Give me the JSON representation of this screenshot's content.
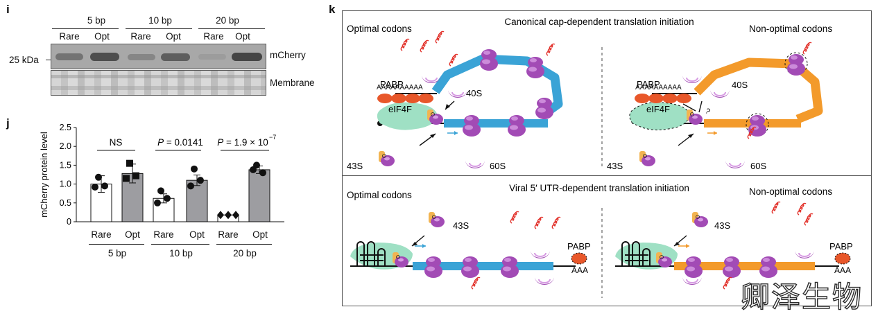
{
  "panel_i": {
    "label": "i",
    "groups": [
      "5 bp",
      "10 bp",
      "20 bp"
    ],
    "lanes": [
      "Rare",
      "Opt",
      "Rare",
      "Opt",
      "Rare",
      "Opt"
    ],
    "kda_label": "25 kDa",
    "row_labels": [
      "mCherry",
      "Membrane"
    ],
    "mcherry_band_intensity": [
      0.55,
      0.8,
      0.4,
      0.7,
      0.15,
      0.85
    ]
  },
  "panel_j": {
    "label": "j",
    "stats": [
      "NS",
      "P = 0.0141",
      "P = 1.9 × 10"
    ],
    "stats_p_italic": [
      "",
      "P",
      "P"
    ],
    "stats_rest": [
      "NS",
      " = 0.0141",
      " = 1.9 × 10"
    ],
    "exponent": "−7",
    "x_groups": [
      "5 bp",
      "10 bp",
      "20 bp"
    ],
    "x_lanes": [
      "Rare",
      "Opt",
      "Rare",
      "Opt",
      "Rare",
      "Opt"
    ]
  },
  "chart_data": {
    "type": "bar",
    "ylabel": "mCherry protein level",
    "ylim": [
      0,
      2.5
    ],
    "yticks": [
      "0",
      "0.5",
      "1.0",
      "1.5",
      "2.0",
      "2.5"
    ],
    "categories": [
      "Rare 5 bp",
      "Opt 5 bp",
      "Rare 10 bp",
      "Opt 10 bp",
      "Rare 20 bp",
      "Opt 20 bp"
    ],
    "values": [
      1.0,
      1.28,
      0.62,
      1.1,
      0.18,
      1.38
    ],
    "errors": [
      0.22,
      0.25,
      0.12,
      0.14,
      0.02,
      0.1
    ],
    "points": [
      [
        1.18,
        0.92,
        0.95
      ],
      [
        1.55,
        1.15,
        1.22
      ],
      [
        0.82,
        0.5,
        0.62
      ],
      [
        1.4,
        0.95,
        1.1
      ],
      [
        0.18,
        0.18,
        0.18
      ],
      [
        1.5,
        1.38,
        1.3
      ]
    ],
    "bar_colors": [
      "#ffffff",
      "#9d9da1",
      "#ffffff",
      "#9d9da1",
      "#ffffff",
      "#9d9da1"
    ],
    "marker_shapes": [
      "circle",
      "square",
      "circle",
      "circle",
      "diamond",
      "circle"
    ]
  },
  "panel_k": {
    "label": "k",
    "top_title": "Canonical cap-dependent translation initiation",
    "bottom_title": "Viral 5′ UTR-dependent translation initiation",
    "optimal": "Optimal codons",
    "non_optimal": "Non-optimal codons",
    "pabp": "PABP",
    "s40": "40S",
    "eif4f": "eIF4F",
    "s43": "43S",
    "s60": "60S",
    "aaa": "AAA",
    "question": "?",
    "colors": {
      "optimal": "#3aa3d6",
      "non_optimal": "#f39a2b",
      "ribosome": "#a24bb5",
      "pabp": "#e8572a",
      "eif4f": "#9fe0c4"
    }
  },
  "watermark": "卿泽生物"
}
